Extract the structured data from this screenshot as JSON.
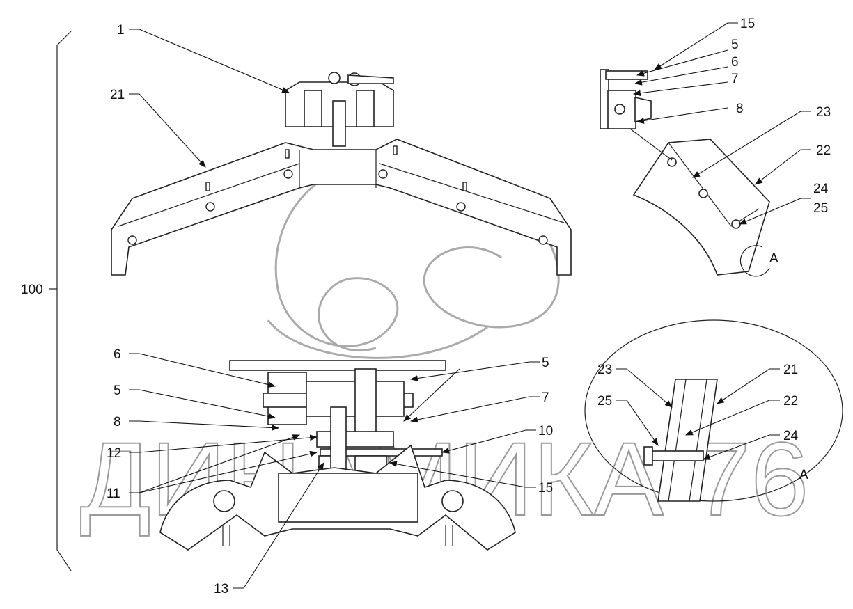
{
  "watermark": {
    "text": "ДИНАМИКА 76",
    "color": "#9a9a9a"
  },
  "overall_dimension": {
    "label": "100"
  },
  "top_view": {
    "callouts": [
      "1",
      "21"
    ]
  },
  "side_view": {
    "callouts": [
      "15",
      "5",
      "6",
      "7",
      "8",
      "23",
      "22",
      "24",
      "25"
    ],
    "view_marker": "A"
  },
  "detail_a": {
    "callouts": [
      "23",
      "21",
      "25",
      "22",
      "24"
    ],
    "title": "A"
  },
  "bottom_view": {
    "callouts": [
      "6",
      "5",
      "8",
      "12",
      "11",
      "13",
      "5",
      "7",
      "10",
      "15"
    ]
  }
}
